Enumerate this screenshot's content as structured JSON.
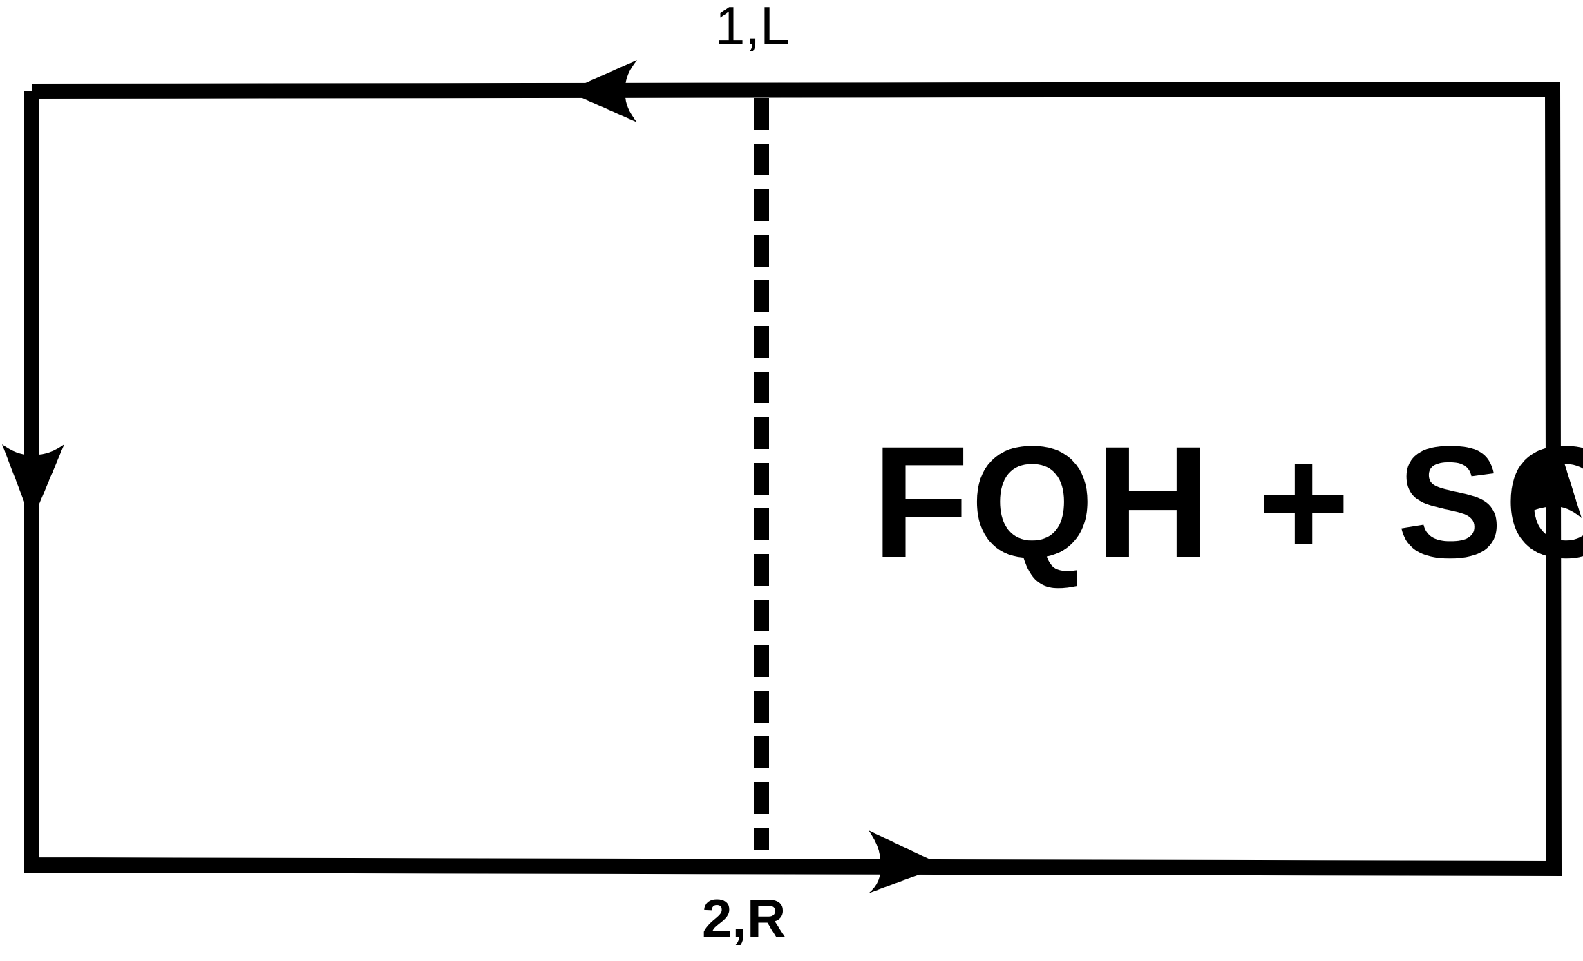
{
  "diagram": {
    "top_edge_label": "1,L",
    "bottom_edge_label": "2,R",
    "region_label": "FQH + SC",
    "stroke_color": "#000000",
    "background_color": "#ffffff"
  }
}
